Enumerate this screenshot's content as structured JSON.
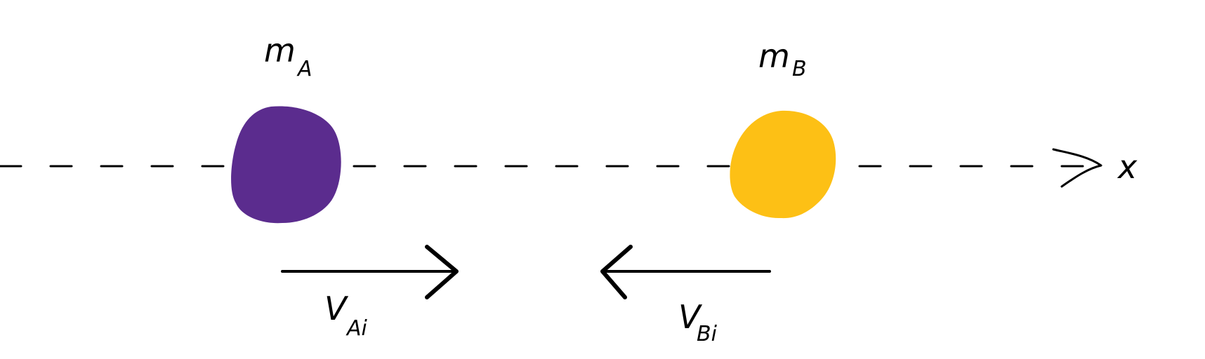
{
  "colors": {
    "ink": "#000000",
    "object_a": "#5b2c8e",
    "object_b": "#fdc015",
    "background": "#ffffff"
  },
  "axis": {
    "label": "x"
  },
  "object_a": {
    "mass_symbol": "m",
    "mass_subscript": "A",
    "velocity_symbol": "V",
    "velocity_subscript": "Ai",
    "velocity_direction": "right"
  },
  "object_b": {
    "mass_symbol": "m",
    "mass_subscript": "B",
    "velocity_symbol": "V",
    "velocity_subscript": "Bi",
    "velocity_direction": "left"
  }
}
